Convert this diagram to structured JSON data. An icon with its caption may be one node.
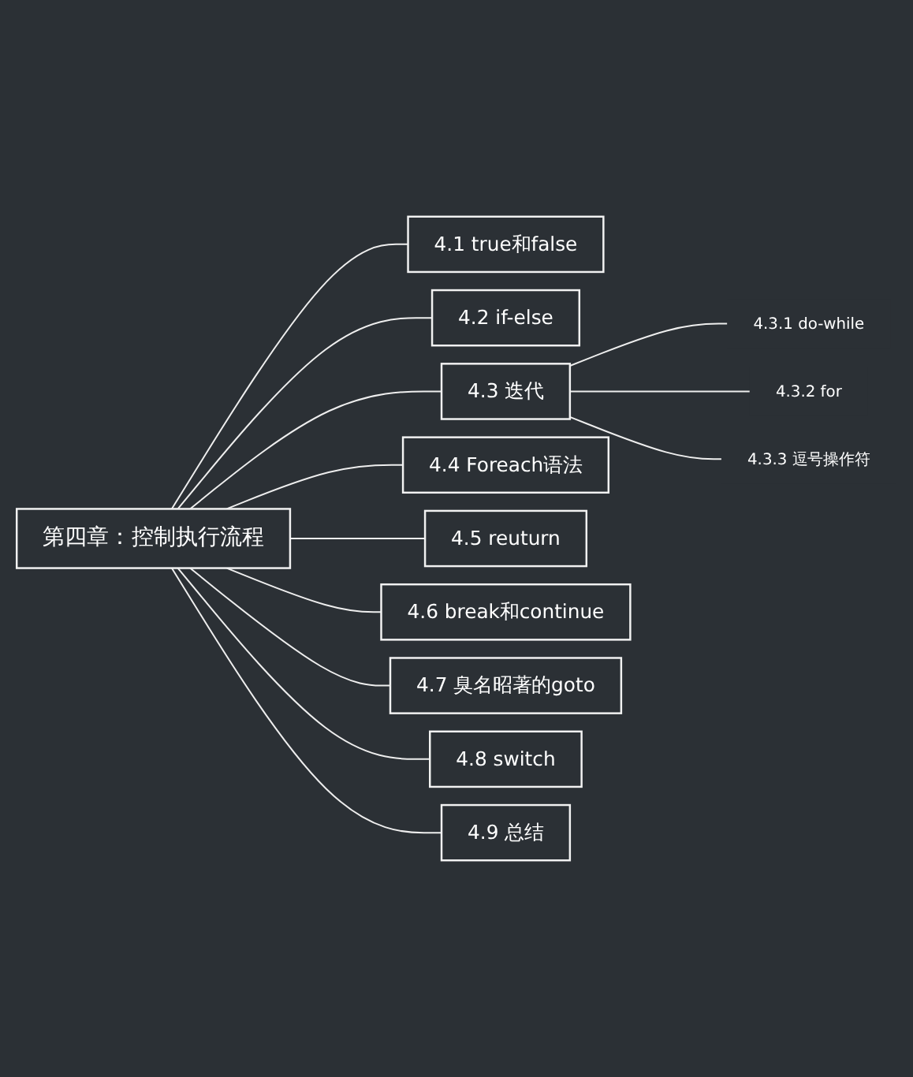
{
  "diagram": {
    "nodes": [
      {
        "text": [
          "第四章：控制执行流程"
        ]
      },
      {
        "text": [
          "4.1 true和false"
        ]
      },
      {
        "text": [
          "4.2 if-else"
        ]
      },
      {
        "text": [
          "4.3 迭代"
        ]
      },
      {
        "text": [
          "4.3.1 do-while"
        ]
      },
      {
        "text": [
          "4.3.2 for"
        ]
      },
      {
        "text": [
          "4.3.3 逗号操作符"
        ]
      },
      {
        "text": [
          "4.4 Foreach语法"
        ]
      },
      {
        "text": [
          "4.5 reuturn"
        ]
      },
      {
        "text": [
          "4.6 break和continue"
        ]
      },
      {
        "text": [
          "4.7 臭名昭著的goto"
        ]
      },
      {
        "text": [
          "4.8 switch"
        ]
      },
      {
        "text": [
          "4.9 总结"
        ]
      }
    ],
    "edges": [
      {
        "from": 0,
        "to": 1,
        "arrow": "none"
      },
      {
        "from": 0,
        "to": 2,
        "arrow": "none"
      },
      {
        "from": 0,
        "to": 3,
        "arrow": "none"
      },
      {
        "from": 3,
        "to": 4,
        "arrow": "none"
      },
      {
        "from": 3,
        "to": 5,
        "arrow": "none"
      },
      {
        "from": 3,
        "to": 6,
        "arrow": "none"
      },
      {
        "from": 0,
        "to": 7,
        "arrow": "none"
      },
      {
        "from": 0,
        "to": 8,
        "arrow": "none"
      },
      {
        "from": 0,
        "to": 9,
        "arrow": "none"
      },
      {
        "from": 0,
        "to": 10,
        "arrow": "none"
      },
      {
        "from": 0,
        "to": 11,
        "arrow": "none"
      },
      {
        "from": 0,
        "to": 12,
        "arrow": "none"
      }
    ]
  }
}
